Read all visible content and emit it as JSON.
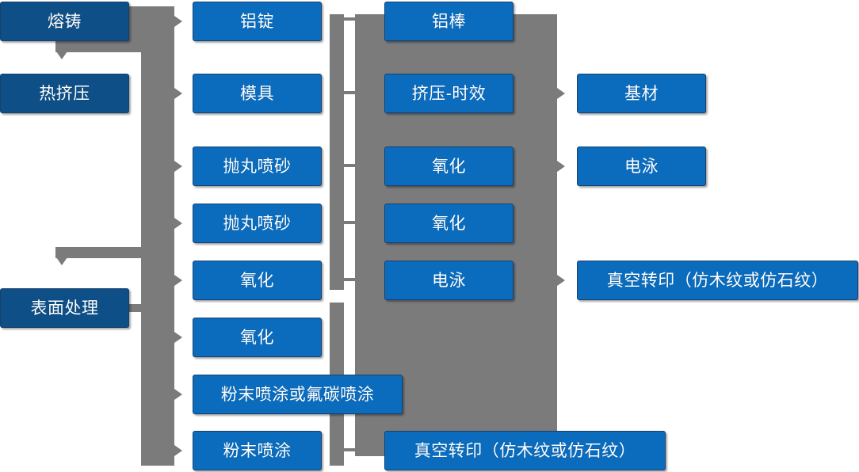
{
  "diagram": {
    "type": "flowchart",
    "title_visible": false,
    "colors": {
      "stage_box": "#0D4F86",
      "process_box": "#0B6CBE",
      "connector": "#7B7B7B",
      "box_border": "#17406B",
      "text": "#FFFFFF",
      "background": "#FFFFFF"
    },
    "stages": [
      {
        "id": "stage-melt-cast",
        "label": "熔铸"
      },
      {
        "id": "stage-hot-extrude",
        "label": "热挤压"
      },
      {
        "id": "stage-surface",
        "label": "表面处理"
      }
    ],
    "column_two": [
      {
        "id": "node-aluminum-ingot",
        "label": "铝锭"
      },
      {
        "id": "node-mold",
        "label": "模具"
      },
      {
        "id": "node-shot-blasting-1",
        "label": "抛丸喷砂"
      },
      {
        "id": "node-shot-blasting-2",
        "label": "抛丸喷砂"
      },
      {
        "id": "node-oxidation-1",
        "label": "氧化"
      },
      {
        "id": "node-oxidation-2",
        "label": "氧化"
      },
      {
        "id": "node-powder-or-pvdf",
        "label": "粉末喷涂或氟碳喷涂"
      },
      {
        "id": "node-powder-coating",
        "label": "粉末喷涂"
      }
    ],
    "column_three": [
      {
        "id": "node-aluminum-bar",
        "label": "铝棒"
      },
      {
        "id": "node-extrude-aging",
        "label": "挤压-时效"
      },
      {
        "id": "node-oxidation-3",
        "label": "氧化"
      },
      {
        "id": "node-oxidation-4",
        "label": "氧化"
      },
      {
        "id": "node-electrophoresis-1",
        "label": "电泳"
      },
      {
        "id": "node-vacuum-transfer-2",
        "label": "真空转印（仿木纹或仿石纹）"
      }
    ],
    "column_four": [
      {
        "id": "node-base-material",
        "label": "基材"
      },
      {
        "id": "node-electrophoresis-2",
        "label": "电泳"
      },
      {
        "id": "node-vacuum-transfer-1",
        "label": "真空转印（仿木纹或仿石纹）"
      }
    ]
  }
}
